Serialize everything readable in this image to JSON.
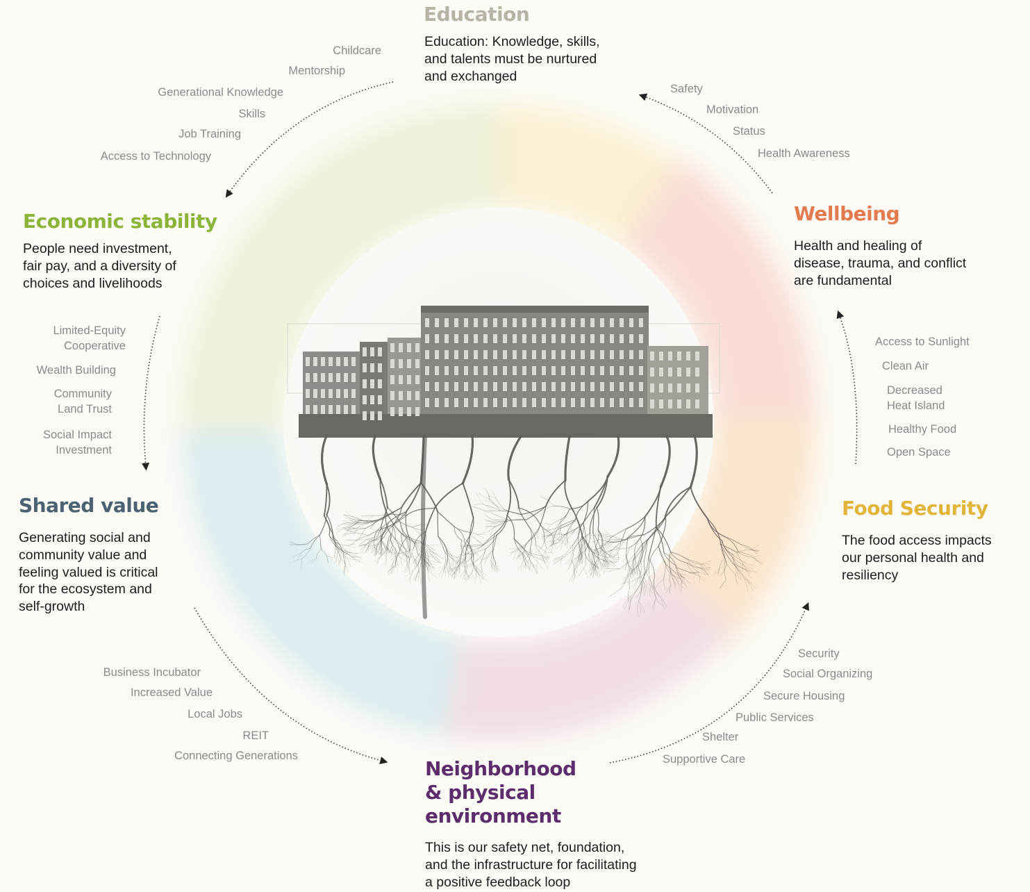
{
  "colors": {
    "education": "#b7b3a6",
    "economic": "#8cb43a",
    "shared": "#4b6270",
    "neighborhood": "#5c2d6b",
    "food": "#e1b53a",
    "wellbeing": "#e47a4f",
    "factor_text": "#8a8a8a",
    "body_text": "#1c1c1c"
  },
  "illustration": {
    "name": "building-with-roots-illustration"
  },
  "sections": {
    "education": {
      "title": "Education",
      "desc": [
        "Education: Knowledge, skills,",
        "and talents must be nurtured",
        "and exchanged"
      ],
      "factors": [
        "Childcare",
        "Mentorship",
        "Generational Knowledge",
        "Skills",
        "Job Training",
        "Access to Technology"
      ]
    },
    "wellbeing": {
      "title": "Wellbeing",
      "desc": [
        "Health and healing of",
        "disease, trauma, and conflict",
        "are fundamental"
      ],
      "factors": [
        "Safety",
        "Motivation",
        "Status",
        "Health Awareness"
      ]
    },
    "food": {
      "title": "Food Security",
      "desc": [
        "The food access impacts",
        "our personal health and",
        "resiliency"
      ],
      "factors": [
        "Access to Sunlight",
        "Clean Air",
        "Decreased Heat Island",
        "Healthy Food",
        "Open Space"
      ]
    },
    "neighborhood": {
      "title_lines": [
        "Neighborhood",
        "& physical",
        "environment"
      ],
      "desc": [
        "This is our safety net, foundation,",
        "and the infrastructure for facilitating",
        "a positive feedback loop"
      ],
      "factors": [
        "Security",
        "Social Organizing",
        "Secure Housing",
        "Public Services",
        "Shelter",
        "Supportive Care"
      ]
    },
    "shared": {
      "title": "Shared value",
      "desc": [
        "Generating social and",
        "community value and",
        "feeling valued is critical",
        "for the ecosystem and",
        "self-growth"
      ],
      "factors": [
        "Business Incubator",
        "Increased Value",
        "Local Jobs",
        "REIT",
        "Connecting Generations"
      ]
    },
    "economic": {
      "title": "Economic stability",
      "desc": [
        "People need investment,",
        "fair pay, and a diversity of",
        "choices and livelihoods"
      ],
      "factors": [
        "Limited-Equity Cooperative",
        "Wealth Building",
        "Community Land Trust",
        "Social Impact Investment"
      ]
    }
  }
}
